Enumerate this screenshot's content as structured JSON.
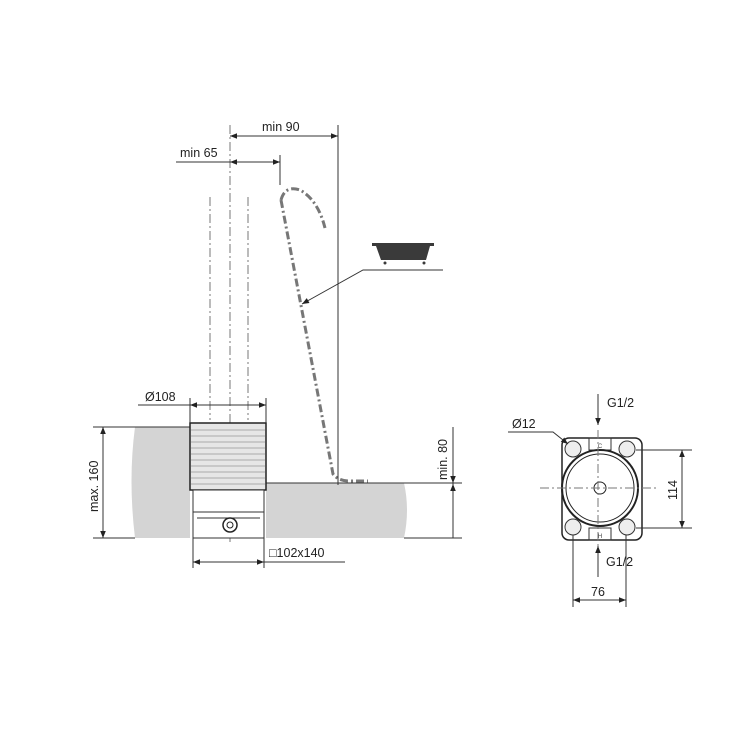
{
  "labels": {
    "min90": "min 90",
    "min65": "min 65",
    "dia108": "Ø108",
    "max160": "max. 160",
    "min80": "min. 80",
    "box": "□102x140",
    "dia12": "Ø12",
    "g12_top": "G1/2",
    "g12_bottom": "G1/2",
    "d114": "114",
    "d76": "76",
    "port_top": "C",
    "port_bottom": "H"
  },
  "colors": {
    "ground": "#d4d4d4",
    "line": "#333333",
    "bathtub": "#3a3a3a"
  },
  "icons": {
    "bathtub": "bathtub-icon"
  }
}
